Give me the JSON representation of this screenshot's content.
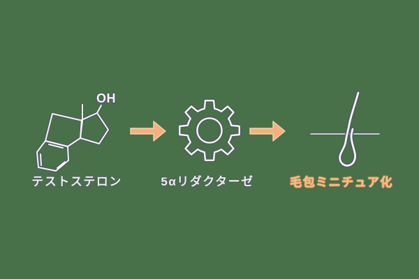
{
  "diagram": {
    "title": "testosterone-to-hair-miniaturization-process",
    "background_color": "#487049",
    "line_dark_color": "#4E5866",
    "line_light_color": "#F6F6F4",
    "arrow_color": "#F3B17B",
    "orange_label_color": "#F6BE8C",
    "steps": [
      {
        "id": "testosterone",
        "icon": "testosterone-molecule-icon",
        "molecule_oh_label": "OH",
        "label": "テストステロン"
      },
      {
        "id": "5a-reductase",
        "icon": "gear-icon",
        "label": "5αリダクターゼ"
      },
      {
        "id": "follicle-miniaturization",
        "icon": "hair-follicle-icon",
        "label": "毛包ミニチュア化"
      }
    ],
    "arrows": [
      {
        "id": "arrow-1",
        "icon": "arrow-right-icon"
      },
      {
        "id": "arrow-2",
        "icon": "arrow-right-icon"
      }
    ]
  }
}
